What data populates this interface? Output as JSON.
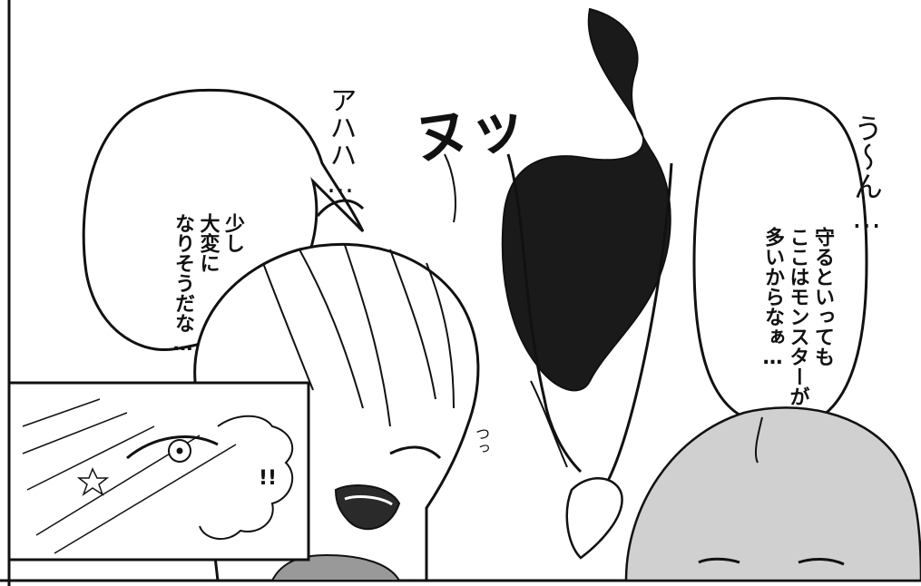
{
  "panel": {
    "balloon_left_lines": [
      "少し",
      "大変に",
      "なりそうだな…"
    ],
    "balloon_right_lines": [
      "守るといっても",
      "ここはモンスターが",
      "多いからなぁ…"
    ],
    "sfx_ahaha": "アハハ…",
    "sfx_zu": "ヌッ",
    "sfx_uun": "う〜ん…",
    "sfx_shock": "!!",
    "sfx_small": "つっ"
  },
  "colors": {
    "ink": "#111111",
    "paper": "#ffffff"
  }
}
